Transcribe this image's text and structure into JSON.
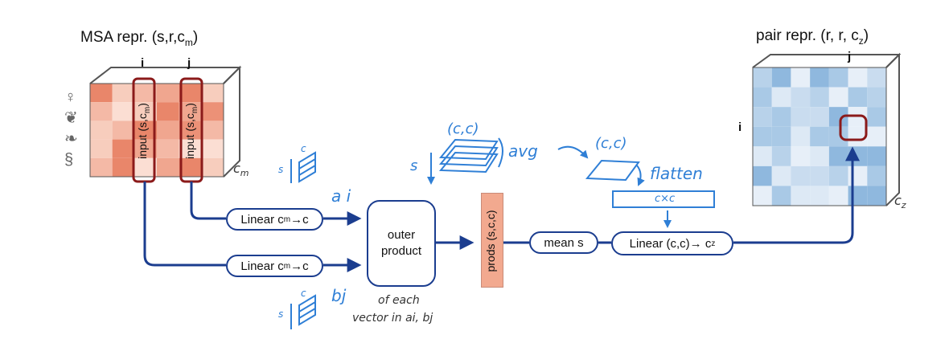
{
  "msa": {
    "title_main": "MSA repr. (s,r,c",
    "title_sub": "m",
    "title_close": ")",
    "col_i": "i",
    "col_j": "j",
    "input_main": "input (s,c",
    "input_sub": "m",
    "input_close": ")",
    "depth_main": "c",
    "depth_sub": "m"
  },
  "pair": {
    "title_main": "pair repr. (r, r, c",
    "title_sub": "z",
    "title_close": ")",
    "col_j": "j",
    "row_i": "i",
    "depth_main": "c",
    "depth_sub": "z"
  },
  "nodes": {
    "linear_top_main": "Linear c",
    "linear_top_sub": "m",
    "linear_top_tail": "→c",
    "linear_bottom_main": "Linear c",
    "linear_bottom_sub": "m",
    "linear_bottom_tail": "→c",
    "outer_product": "outer product",
    "prods": "prods (s,c,c)",
    "mean": "mean s",
    "linear_final_main": "Linear (c,c)→ c",
    "linear_final_sub": "z"
  },
  "annotations": {
    "ai": "a i",
    "bj": "bj",
    "cc_top": "(c,c)",
    "s_stack": "s",
    "avg": "avg",
    "cc_right": "(c,c)",
    "flatten": "flatten",
    "cxc": "c×c",
    "small_s_top": "s",
    "small_c_top": "c",
    "small_s_bottom": "s",
    "small_c_bottom": "c",
    "each_line1": "of each",
    "each_line2": "vector in ai, bj"
  },
  "colors": {
    "arrow": "#1b3d8f",
    "highlight": "#8b1a1a",
    "msa_palette": [
      "#f4b9a6",
      "#f0a68f",
      "#e9866a",
      "#f7cdbd",
      "#ec9177",
      "#fbded3"
    ],
    "pair_palette": [
      "#a9c9e6",
      "#c9dcef",
      "#dde9f5",
      "#8fb8de",
      "#b8d2ea",
      "#e7eff8"
    ],
    "prods_fill": "#f2a98f"
  }
}
